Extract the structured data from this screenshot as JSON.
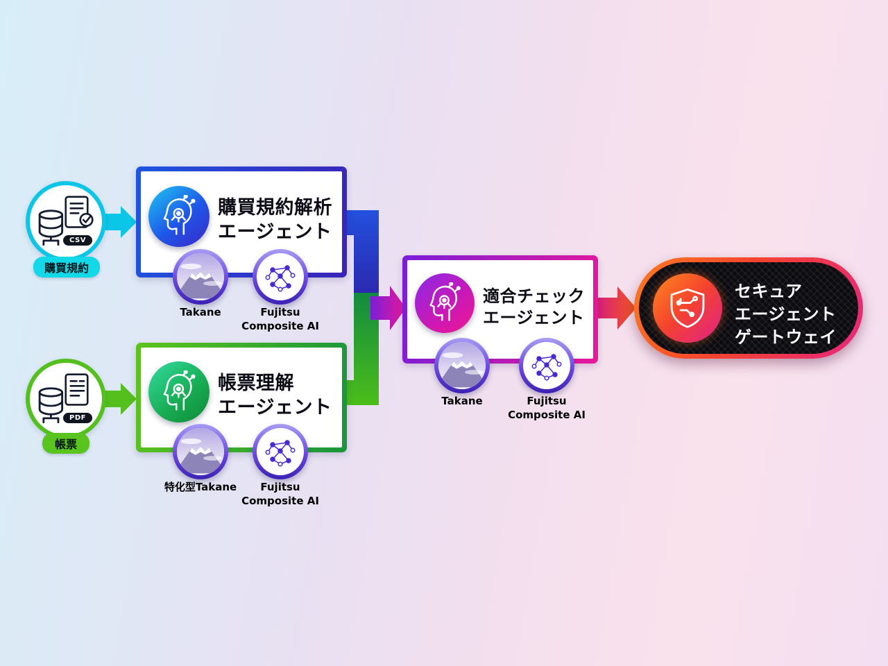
{
  "inputs": [
    {
      "label": "購買規約",
      "file_type": "CSV",
      "accent": "#0cc6e8"
    },
    {
      "label": "帳票",
      "file_type": "PDF",
      "accent": "#54c01e"
    }
  ],
  "agents": [
    {
      "title": "購買規約解析\nエージェント",
      "models": [
        "Takane",
        "Fujitsu Composite AI"
      ],
      "border_start": "#1f55e0",
      "border_end": "#3a23b8",
      "icon_start": "#1ec8f2",
      "icon_end": "#3a28c8"
    },
    {
      "title": "帳票理解\nエージェント",
      "models": [
        "特化型Takane",
        "Fujitsu Composite AI"
      ],
      "border_start": "#5ec41c",
      "border_end": "#17953c",
      "icon_start": "#32dca0",
      "icon_end": "#0e8a38"
    },
    {
      "title": "適合チェック\nエージェント",
      "models": [
        "Takane",
        "Fujitsu Composite AI"
      ],
      "border_start": "#7a1ed8",
      "border_end": "#e8189a",
      "icon_start": "#8a2ae8",
      "icon_end": "#f01890"
    }
  ],
  "gateway": {
    "title": "セキュア\nエージェント\nゲートウェイ",
    "border_start": "#ff7a1e",
    "border_end": "#e8257e"
  },
  "palette": {
    "background_left": "#d7eef8",
    "background_right": "#f3dff2",
    "connector_blue": "#2350de",
    "connector_green": "#4cbe1a",
    "connector_magenta": "#c41ab0",
    "connector_orange": "#f2581e",
    "model_ring": "#6a46e0",
    "network_icon": "#4a2ad0"
  }
}
